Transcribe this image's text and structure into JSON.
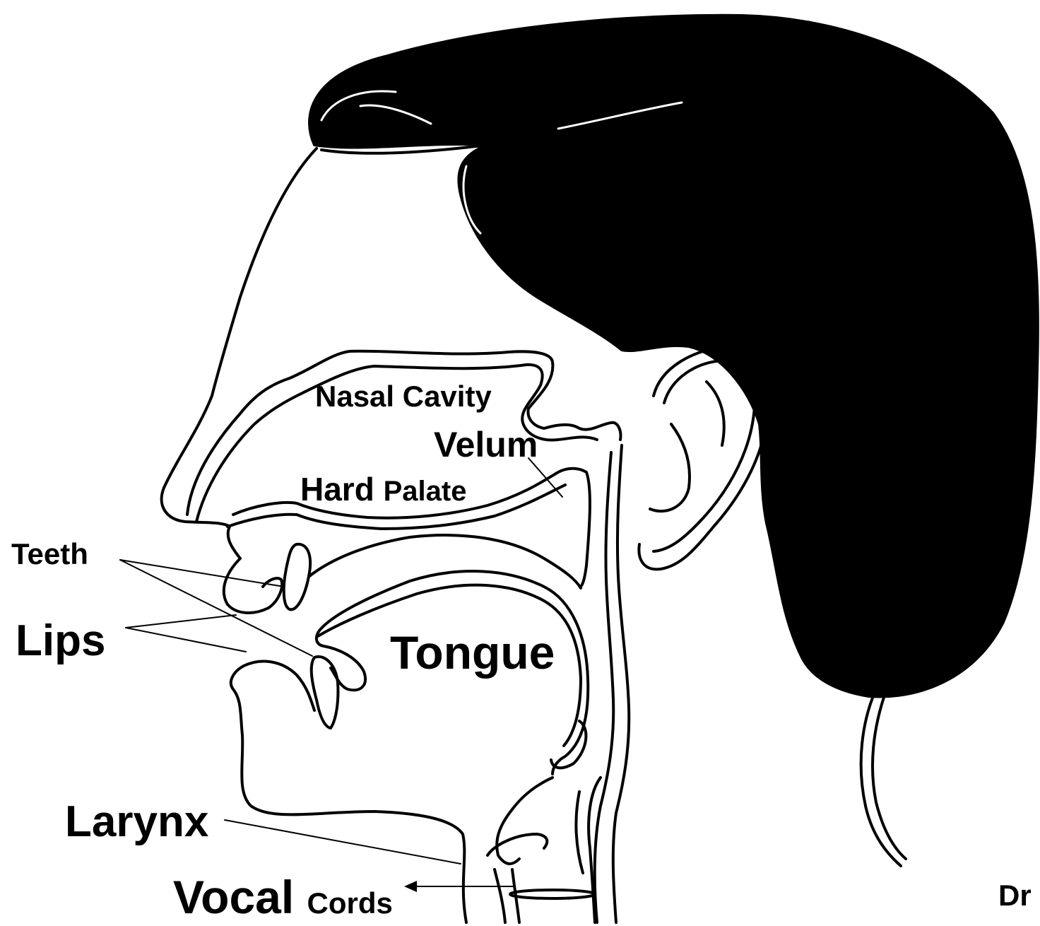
{
  "labels": {
    "nasal_cavity": "Nasal Cavity",
    "velum": "Velum",
    "hard": "Hard",
    "palate": "Palate",
    "teeth": "Teeth",
    "lips": "Lips",
    "tongue": "Tongue",
    "larynx": "Larynx",
    "vocal": "Vocal",
    "cords": "Cords",
    "cut_off": "Dr"
  },
  "colors": {
    "ink": "#000000",
    "paper": "#ffffff"
  }
}
